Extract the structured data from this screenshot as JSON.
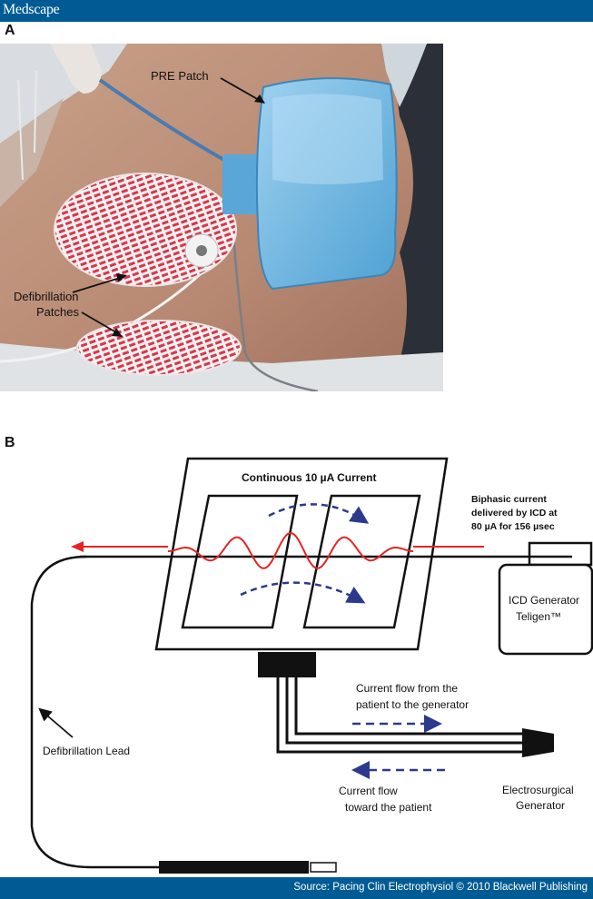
{
  "header": {
    "brand": "Medscape"
  },
  "panel_a": {
    "letter": "A",
    "labels": {
      "pre_patch": "PRE Patch",
      "defib_patches_line1": "Defibrillation",
      "defib_patches_line2": "Patches"
    }
  },
  "panel_b": {
    "letter": "B",
    "labels": {
      "continuous_current": "Continuous 10 µA Current",
      "biphasic_line1": "Biphasic current",
      "biphasic_line2": "delivered by ICD at",
      "biphasic_line3": "80 µA for 156 µsec",
      "icd_line1": "ICD Generator",
      "icd_line2": "Teligen™",
      "flow_from_line1": "Current flow  from the",
      "flow_from_line2": "patient to the generator",
      "flow_toward_line1": "Current flow",
      "flow_toward_line2": "toward the patient",
      "defib_lead": "Defibrillation Lead",
      "esg_line1": "Electrosurgical",
      "esg_line2": "Generator"
    },
    "colors": {
      "signal": "#e52421",
      "flow_arrow": "#2b3a8c"
    }
  },
  "footer": {
    "source": "Source: Pacing Clin Electrophysiol © 2010 Blackwell Publishing"
  }
}
